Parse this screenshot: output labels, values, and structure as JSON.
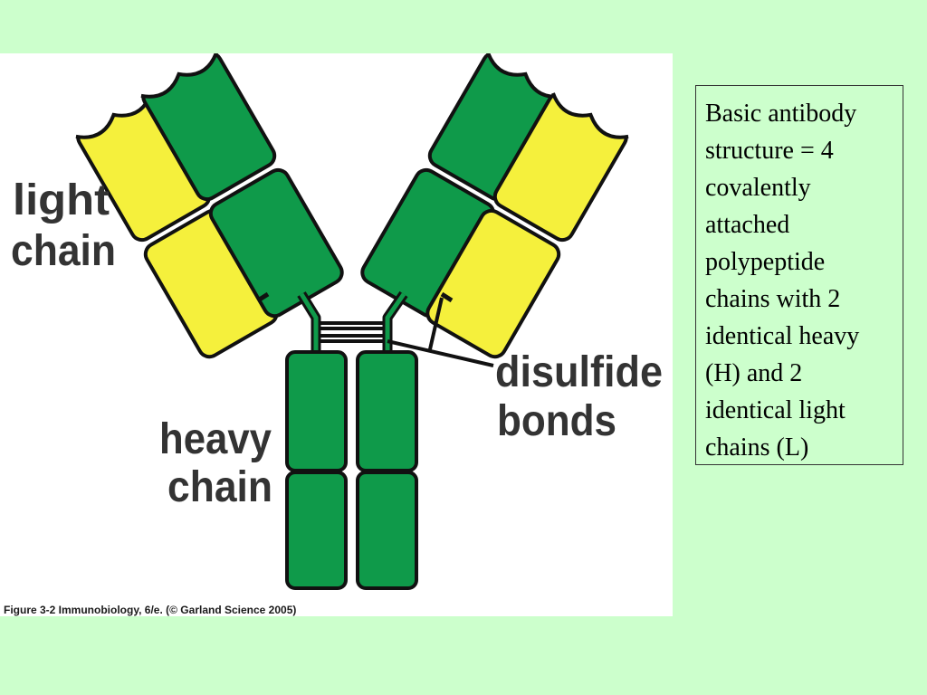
{
  "figure": {
    "labels": {
      "light_chain_line1": "light",
      "light_chain_line2": "chain",
      "heavy_chain_line1": "heavy",
      "heavy_chain_line2": "chain",
      "disulfide_line1": "disulfide",
      "disulfide_line2": "bonds"
    },
    "caption": "Figure 3-2  Immunobiology, 6/e. (© Garland Science 2005)",
    "colors": {
      "heavy_chain": "#0f9a4a",
      "light_chain": "#f5f03c",
      "outline": "#111111",
      "background": "#ccffcc",
      "panel": "#ffffff"
    }
  },
  "description_text": "Basic antibody structure = 4 covalently attached polypeptide chains with 2 identical heavy (H) and 2 identical light chains (L)"
}
